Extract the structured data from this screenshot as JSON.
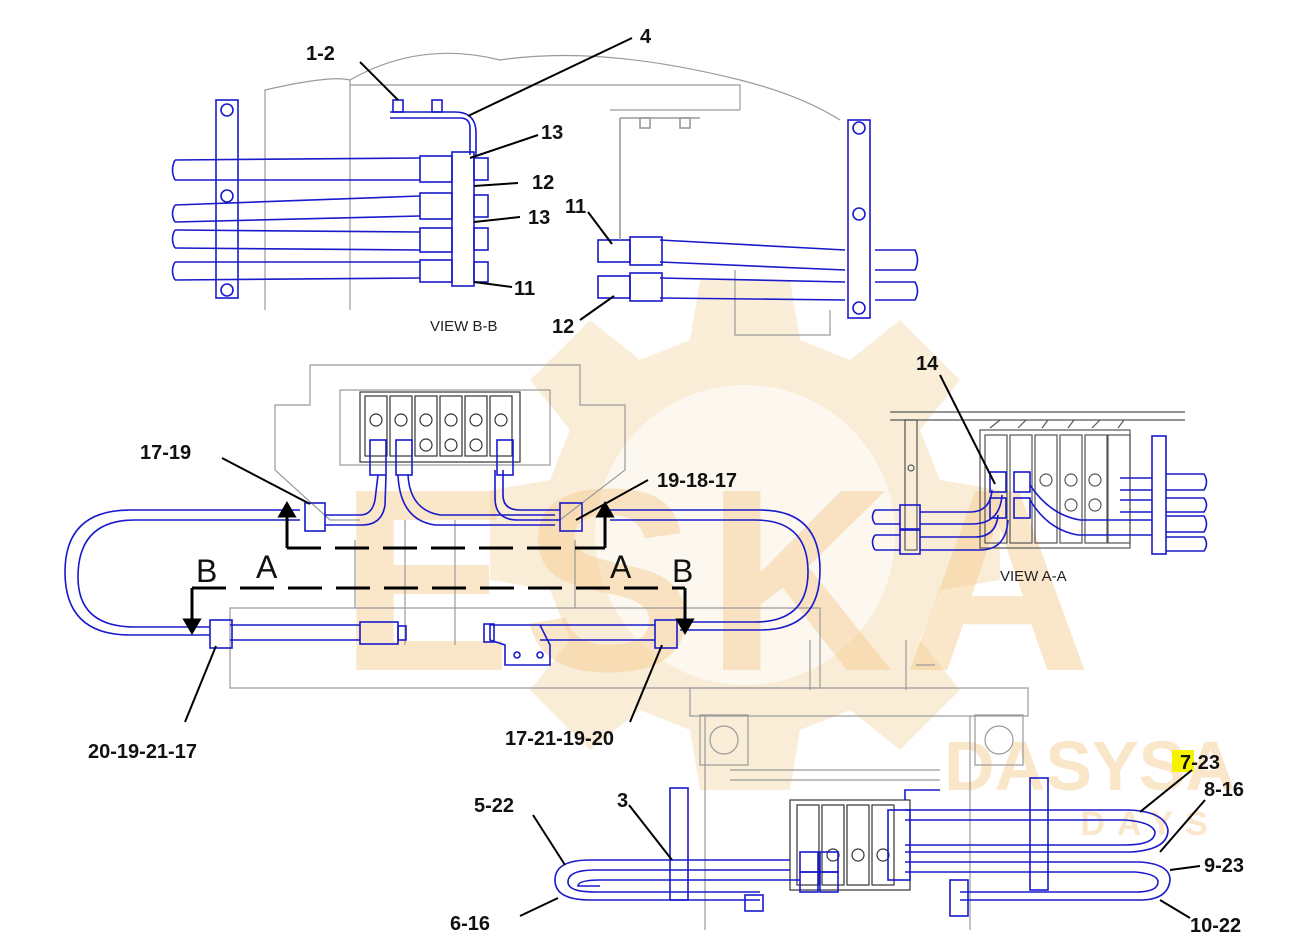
{
  "views": {
    "b_b": "VIEW B-B",
    "a_a": "VIEW A-A"
  },
  "callouts": {
    "c_1_2": "1-2",
    "c_4": "4",
    "c_13a": "13",
    "c_12a": "12",
    "c_13b": "13",
    "c_11a": "11",
    "c_11b": "11",
    "c_12b": "12",
    "c_14": "14",
    "c_17_19": "17-19",
    "c_19_18_17": "19-18-17",
    "c_20_19_21_17": "20-19-21-17",
    "c_17_21_19_20": "17-21-19-20",
    "c_3": "3",
    "c_5_22": "5-22",
    "c_6_16": "6-16",
    "c_7_23": "7-23",
    "c_8_16": "8-16",
    "c_9_23": "9-23",
    "c_10_22": "10-22"
  },
  "section_letters": {
    "b_left": "B",
    "a_left": "A",
    "a_right": "A",
    "b_right": "B"
  },
  "watermark": {
    "brand": "ESKA",
    "sub": "DASYSA",
    "tag": "DAYS"
  },
  "colors": {
    "hose": "#1a1acc",
    "outline": "#9a9a9a",
    "watermark": "#f4c98a",
    "highlight": "#f7f300"
  }
}
